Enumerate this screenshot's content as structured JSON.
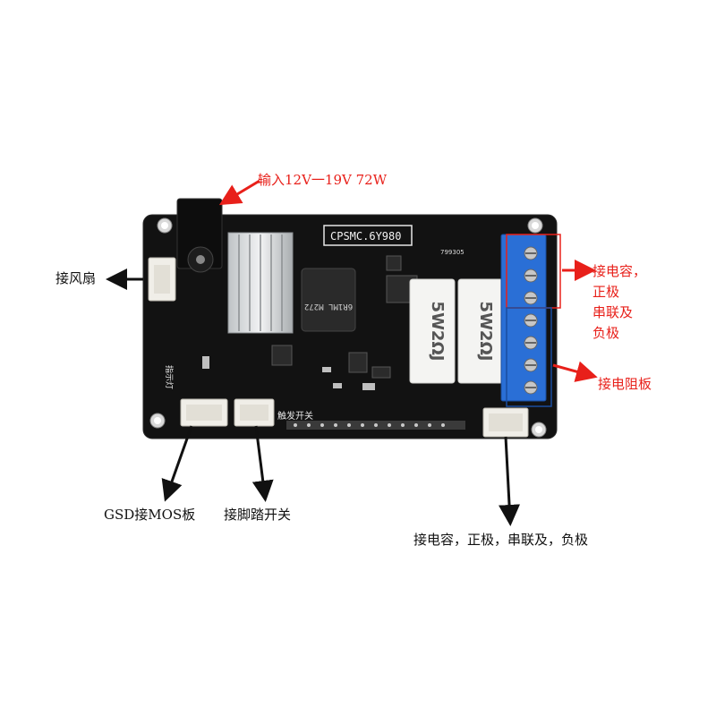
{
  "board": {
    "model_silk": "CPSMC.6Y980",
    "small_code": "799305",
    "inductor_text": "6R1ML M272",
    "resistor_1_text": "5W2ΩJ",
    "resistor_2_text": "5W2ΩJ",
    "silk_trigger": "触发开关",
    "silk_side": "指示灯",
    "pcb_color": "#121212",
    "terminal_color": "#2a6fd6"
  },
  "annotations": {
    "input_label": "输入12V一19V 72W",
    "fan_label": "接风扇",
    "capacitor_label_lines": [
      "接电容，",
      "正极",
      "串联及",
      "负极"
    ],
    "resistor_label": "接电阻板",
    "gsd_label": "GSD接MOS板",
    "foot_label": "接脚踏开关",
    "bottom_label": "接电容，正极，串联及，负极",
    "red_color": "#e8201a",
    "black_color": "#111111"
  }
}
